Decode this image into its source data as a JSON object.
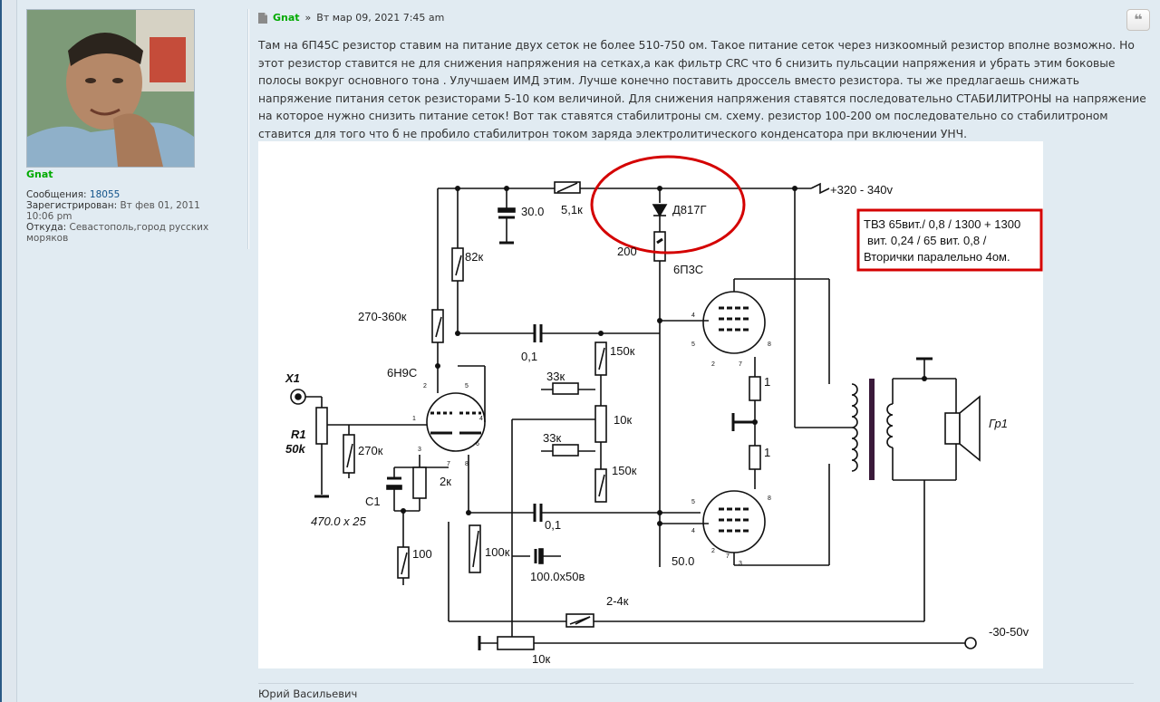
{
  "profile": {
    "username": "Gnat",
    "fields": [
      {
        "label": "Сообщения:",
        "value": "18055",
        "is_link": true
      },
      {
        "label": "Зарегистрирован:",
        "value": "Вт фев 01, 2011 10:06 pm",
        "is_link": false
      },
      {
        "label": "Откуда:",
        "value": "Севастополь,город русских моряков",
        "is_link": false
      }
    ]
  },
  "post": {
    "author": "Gnat",
    "separator": "»",
    "date": "Вт мар 09, 2021 7:45 am",
    "quote_icon": "quote-icon",
    "text": "Там на 6П45С резистор ставим на питание двух сеток не более 510-750 ом. Такое питание сеток через низкоомный резистор вполне возможно. Но этот резистор ставится не для снижения напряжения на сетках,а как фильтр CRC что б снизить пульсации напряжения и убрать этим боковые полосы вокруг основного тона . Улучшаем ИМД этим. Лучше конечно поставить дроссель вместо резистора. ты же предлагаешь снижать напряжение питания сеток резисторами 5-10 ком величиной. Для снижения напряжения ставятся последовательно СТАБИЛИТРОНЫ на напряжение на которое нужно снизить питание сеток! Вот так ставятся стабилитроны см. схему. резистор 100-200 ом последовательно со стабилитроном ставится для того что б не пробило стабилитрон током заряда электролитического конденсатора при включении УНЧ.",
    "signature": "Юрий Васильевич"
  },
  "schematic": {
    "labels": {
      "supply": "+320 - 340v",
      "c_30": "30.0",
      "r_5k1": "5,1к",
      "zener": "Д817Г",
      "r_200": "200",
      "r_82k": "82к",
      "tube_6p3s": "6П3С",
      "r_270_360k": "270-360к",
      "c_01_top": "0,1",
      "r_150k_top": "150к",
      "r_33k_top": "33к",
      "pot_10k": "10к",
      "r_33k_bot": "33к",
      "r_150k_bot": "150к",
      "tube_6n9s": "6Н9С",
      "x1": "X1",
      "r1": "R1",
      "r1_val": "50k",
      "r_270k": "270к",
      "c1": "C1",
      "c1_val": "470.0 x 25",
      "r_2k": "2к",
      "c_01_bot": "0,1",
      "r_100": "100",
      "r_100k": "100к",
      "c_100": "100.0x50в",
      "c_50": "50.0",
      "r_1_top": "1",
      "r_1_bot": "1",
      "r_2_4k": "2-4к",
      "neg_supply": "-30-50v",
      "pot_10k_bottom": "10к",
      "speaker": "Гр1",
      "tvz_line1": "ТВЗ  65вит./ 0,8 / 1300 + 1300",
      "tvz_line2": "вит. 0,24 / 65 вит. 0,8 /",
      "tvz_line3": "Вторички паралельно  4ом."
    },
    "pin_numbers": [
      "2",
      "1",
      "5",
      "4",
      "6",
      "3",
      "7",
      "8",
      "4",
      "5",
      "8",
      "2",
      "7",
      "5",
      "8",
      "4",
      "2",
      "7",
      "3"
    ]
  }
}
